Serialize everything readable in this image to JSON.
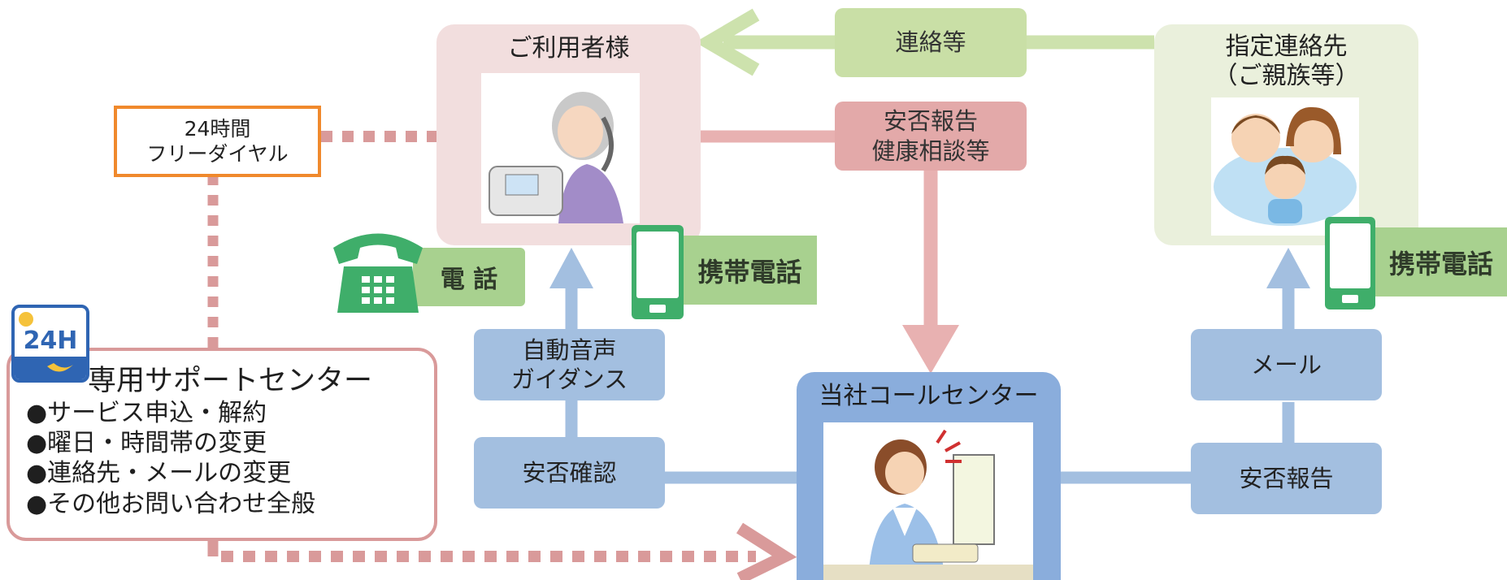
{
  "nodes": {
    "user": {
      "title": "ご利用者様"
    },
    "contact": {
      "title": "指定連絡先\n（ご親族等）"
    },
    "freedial": {
      "label": "24時間\nフリーダイヤル"
    },
    "callcenter": {
      "title": "当社コールセンター"
    },
    "support": {
      "title": "専用サポートセンター",
      "items": [
        "●サービス申込・解約",
        "●曜日・時間帯の変更",
        "●連絡先・メールの変更",
        "●その他お問い合わせ全般"
      ]
    }
  },
  "labels": {
    "renraku": "連絡等",
    "anpi_report_top": "安否報告\n健康相談等",
    "voice_guide": "自動音声\nガイダンス",
    "anpi_check": "安否確認",
    "mail": "メール",
    "anpi_report": "安否報告"
  },
  "tags": {
    "phone": "電 話",
    "mobile_left": "携帯電話",
    "mobile_right": "携帯電話"
  },
  "badge": {
    "text": "24H"
  },
  "colors": {
    "green": "#c9dfa6",
    "green_arrow": "#cde2ad",
    "pink_box": "#f2dede",
    "pink_label": "#e3a9a9",
    "pink_line": "#e8b1b1",
    "blue": "#a3bfe0",
    "blue_dark": "#8aaddc",
    "orange": "#f0892c",
    "dotted": "#d99a9a"
  }
}
